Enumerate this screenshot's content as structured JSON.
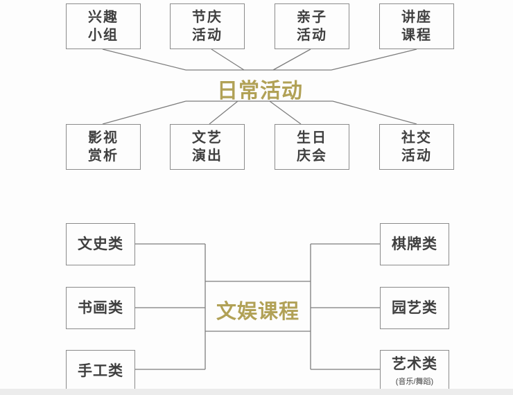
{
  "colors": {
    "title_gold": "#b1a156",
    "box_border": "#8a8a8a",
    "box_text": "#3f3f3f",
    "line": "#7d7d7d",
    "background": "#fdfdfd",
    "bottom_strip": "#ececec"
  },
  "daily_activities_diagram": {
    "title": "日常活动",
    "top_row": [
      {
        "lines": [
          "兴趣",
          "小组"
        ]
      },
      {
        "lines": [
          "节庆",
          "活动"
        ]
      },
      {
        "lines": [
          "亲子",
          "活动"
        ]
      },
      {
        "lines": [
          "讲座",
          "课程"
        ]
      }
    ],
    "bottom_row": [
      {
        "lines": [
          "影视",
          "赏析"
        ]
      },
      {
        "lines": [
          "文艺",
          "演出"
        ]
      },
      {
        "lines": [
          "生日",
          "庆会"
        ]
      },
      {
        "lines": [
          "社交",
          "活动"
        ]
      }
    ]
  },
  "culture_courses_diagram": {
    "title": "文娱课程",
    "left_column": [
      {
        "label": "文史类"
      },
      {
        "label": "书画类"
      },
      {
        "label": "手工类"
      }
    ],
    "right_column": [
      {
        "label": "棋牌类"
      },
      {
        "label": "园艺类"
      },
      {
        "label": "艺术类",
        "sublabel": "(音乐/舞蹈)"
      }
    ]
  }
}
